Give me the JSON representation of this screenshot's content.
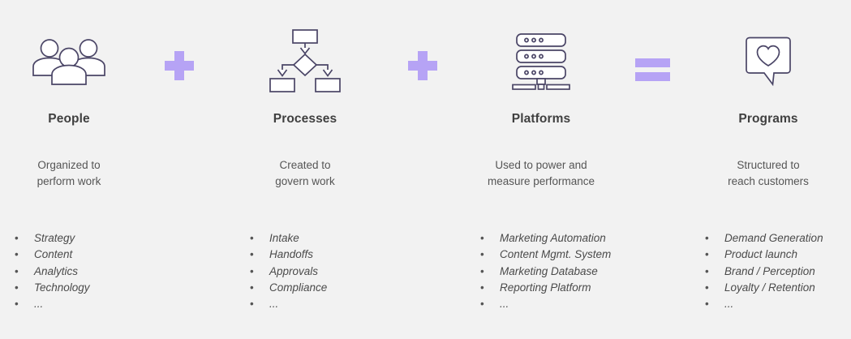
{
  "page": {
    "background_color": "#f2f2f2",
    "accent_color": "#b6a3f5",
    "icon_stroke_color": "#4a4566",
    "title_color": "#404040",
    "body_text_color": "#555555"
  },
  "columns": [
    {
      "key": "people",
      "title": "People",
      "icon_name": "people-group-icon",
      "description_line1": "Organized to",
      "description_line2": "perform work",
      "bullets": [
        "Strategy",
        "Content",
        "Analytics",
        "Technology",
        "..."
      ]
    },
    {
      "key": "processes",
      "title": "Processes",
      "icon_name": "flowchart-icon",
      "description_line1": "Created to",
      "description_line2": "govern work",
      "bullets": [
        "Intake",
        "Handoffs",
        "Approvals",
        "Compliance",
        "..."
      ]
    },
    {
      "key": "platforms",
      "title": "Platforms",
      "icon_name": "server-rack-icon",
      "description_line1": "Used to power and",
      "description_line2": "measure performance",
      "bullets": [
        "Marketing Automation",
        "Content Mgmt. System",
        "Marketing Database",
        "Reporting Platform",
        "..."
      ]
    },
    {
      "key": "programs",
      "title": "Programs",
      "icon_name": "speech-bubble-heart-icon",
      "description_line1": "Structured to",
      "description_line2": "reach customers",
      "bullets": [
        "Demand Generation",
        "Product launch",
        "Brand / Perception",
        "Loyalty / Retention",
        "..."
      ]
    }
  ],
  "operators": [
    {
      "key": "plus_1",
      "symbol": "+",
      "name": "plus-operator"
    },
    {
      "key": "plus_2",
      "symbol": "+",
      "name": "plus-operator"
    },
    {
      "key": "equals",
      "symbol": "=",
      "name": "equals-operator"
    }
  ],
  "bullet_marker": "•"
}
